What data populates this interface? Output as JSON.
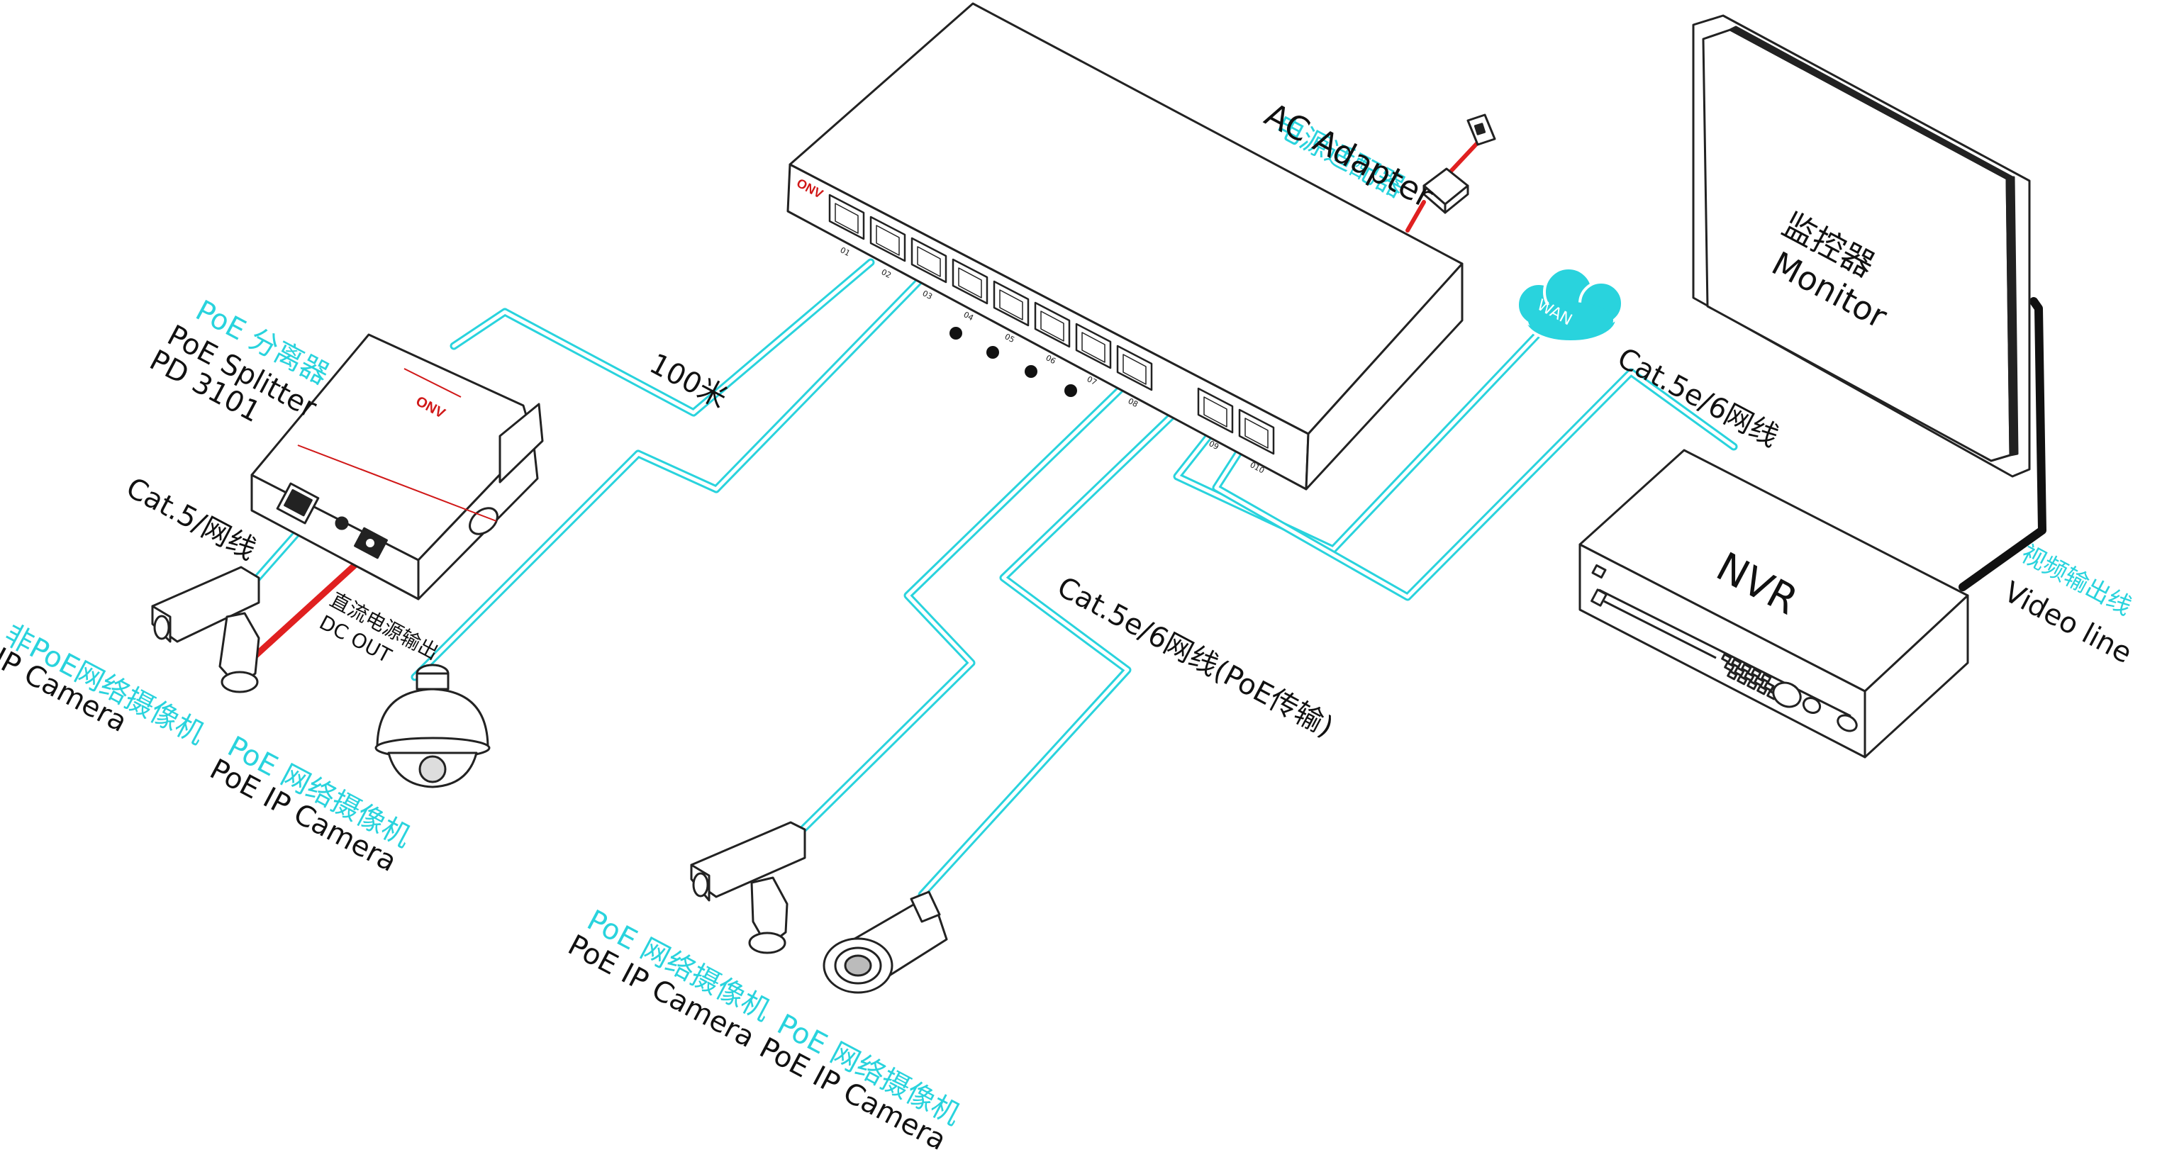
{
  "switch": {
    "brand": "ONV",
    "port_labels": [
      "01",
      "02",
      "03",
      "04",
      "05",
      "06",
      "07",
      "08",
      "09",
      "010"
    ]
  },
  "adapter": {
    "label_cn": "电源适配器",
    "label_en": "AC Adapter"
  },
  "monitor": {
    "label_cn": "监控器",
    "label_en": "Monitor"
  },
  "wan": {
    "label": "WAN"
  },
  "nvr": {
    "label": "NVR"
  },
  "uplink_cable": {
    "label": "Cat.5e/6网线"
  },
  "video_line": {
    "label_cn": "视频输出线",
    "label_en": "Video line"
  },
  "splitter": {
    "label_cn": "PoE 分离器",
    "label_en": "PoE Splitter",
    "model": "PD 3101",
    "brand": "ONV"
  },
  "distance": {
    "label": "100米"
  },
  "cat5": {
    "label": "Cat.5/网线"
  },
  "dc_out": {
    "label_cn": "直流电源输出",
    "label_en": "DC OUT"
  },
  "non_poe_camera": {
    "label_cn": "非PoE网络摄像机",
    "label_en": "IP Camera"
  },
  "poe_camera_dome": {
    "label_cn": "PoE 网络摄像机",
    "label_en": "PoE IP Camera"
  },
  "poe_transport": {
    "label": "Cat.5e/6网线(PoE传输)"
  },
  "poe_camera_box": {
    "label_cn": "PoE 网络摄像机",
    "label_en": "PoE IP Camera"
  },
  "poe_camera_bullet": {
    "label_cn": "PoE 网络摄像机",
    "label_en": "PoE IP Camera"
  },
  "colors": {
    "cable": "#29d3dd",
    "power": "#e02020",
    "line": "#222222"
  }
}
